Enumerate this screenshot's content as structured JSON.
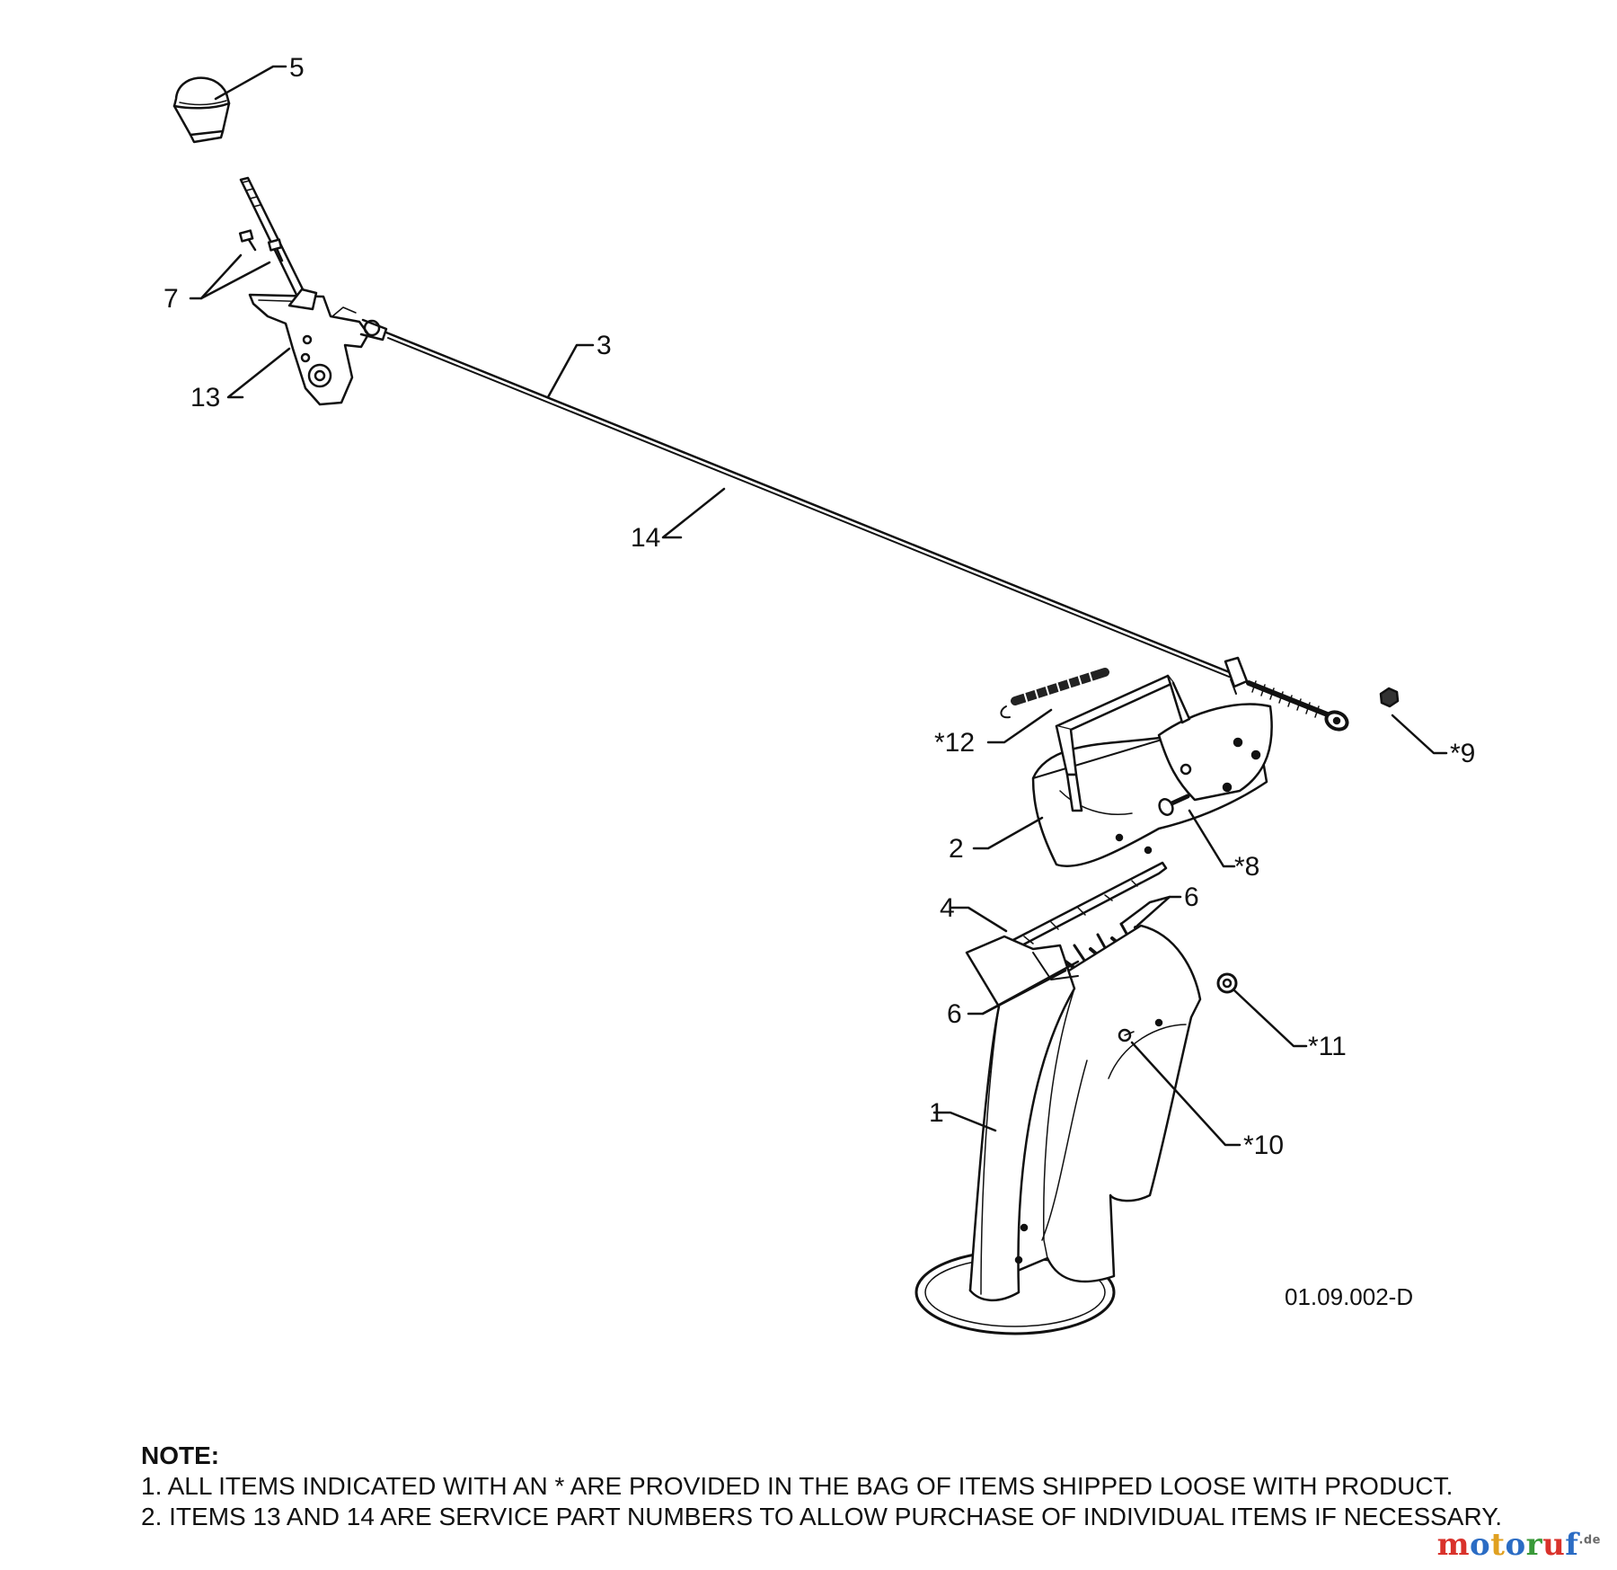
{
  "callouts": {
    "c5": "5",
    "c7": "7",
    "c13": "13",
    "c3": "3",
    "c14": "14",
    "c12": "*12",
    "c9": "*9",
    "c2": "2",
    "c8": "*8",
    "c4": "4",
    "c6a": "6",
    "c6b": "6",
    "c11": "*11",
    "c1": "1",
    "c10": "*10"
  },
  "drawing_code": "01.09.002-D",
  "note": {
    "heading": "NOTE:",
    "line1": "1. ALL ITEMS INDICATED WITH AN * ARE PROVIDED IN THE BAG OF ITEMS SHIPPED LOOSE WITH PRODUCT.",
    "line2": "2. ITEMS 13 AND 14 ARE SERVICE PART NUMBERS TO ALLOW PURCHASE OF INDIVIDUAL ITEMS IF NECESSARY."
  },
  "watermark": {
    "letters": [
      {
        "ch": "m",
        "color": "#d9322b"
      },
      {
        "ch": "o",
        "color": "#2b6cc4"
      },
      {
        "ch": "t",
        "color": "#e0a020"
      },
      {
        "ch": "o",
        "color": "#2b6cc4"
      },
      {
        "ch": "r",
        "color": "#3a9a3a"
      },
      {
        "ch": "u",
        "color": "#d9322b"
      },
      {
        "ch": "f",
        "color": "#2b6cc4"
      }
    ],
    "suffix": ".de"
  }
}
